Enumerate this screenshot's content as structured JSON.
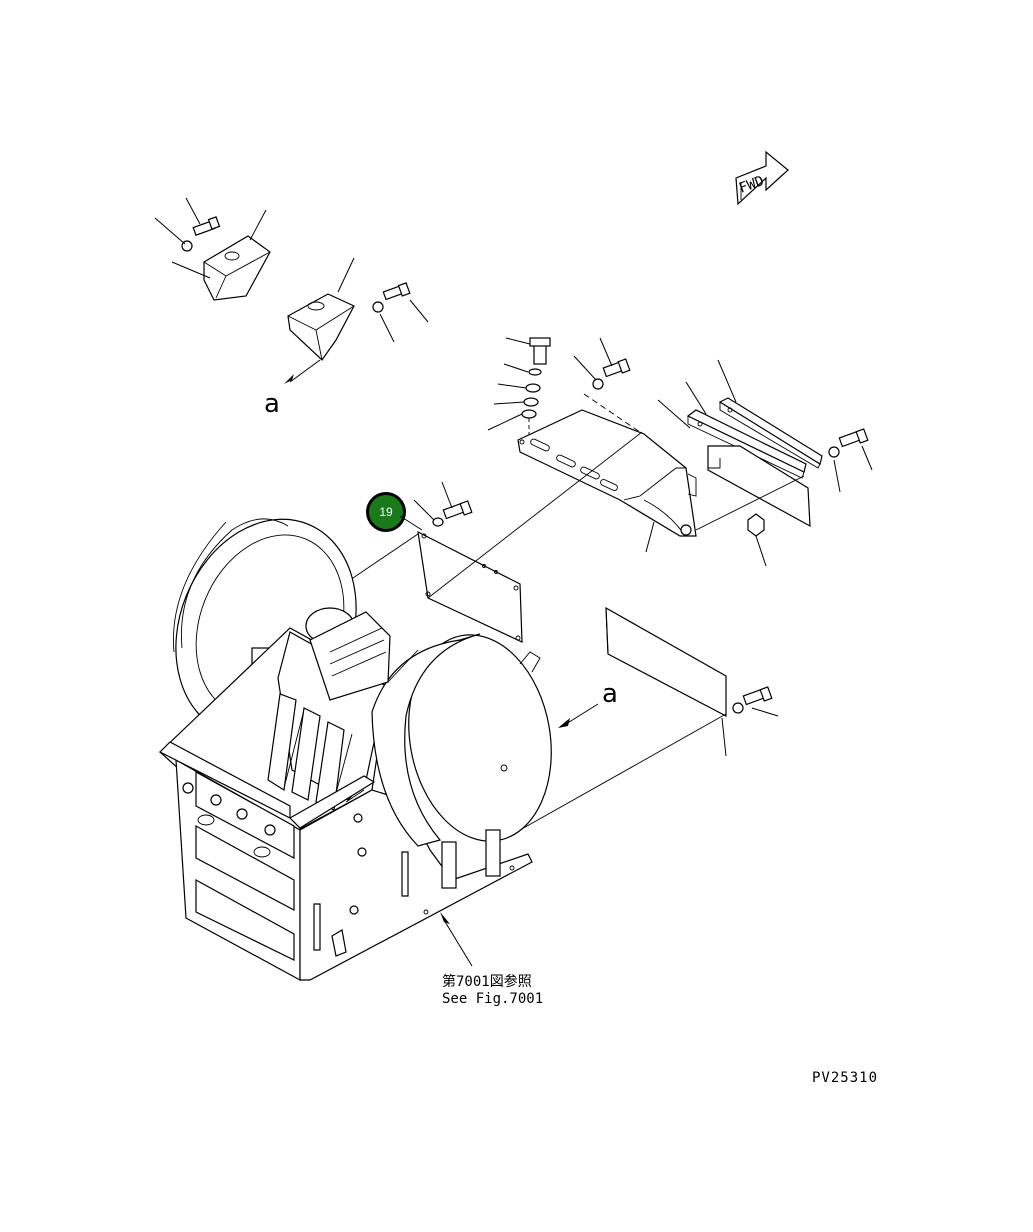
{
  "diagram": {
    "callout_number": "19",
    "callout_color": "#1a7a1a",
    "view_letter_top": "a",
    "view_letter_right": "a",
    "forward_marker": "FWD",
    "reference_jp": "第7001図参照",
    "reference_en": "See Fig.7001",
    "drawing_id": "PV25310"
  }
}
